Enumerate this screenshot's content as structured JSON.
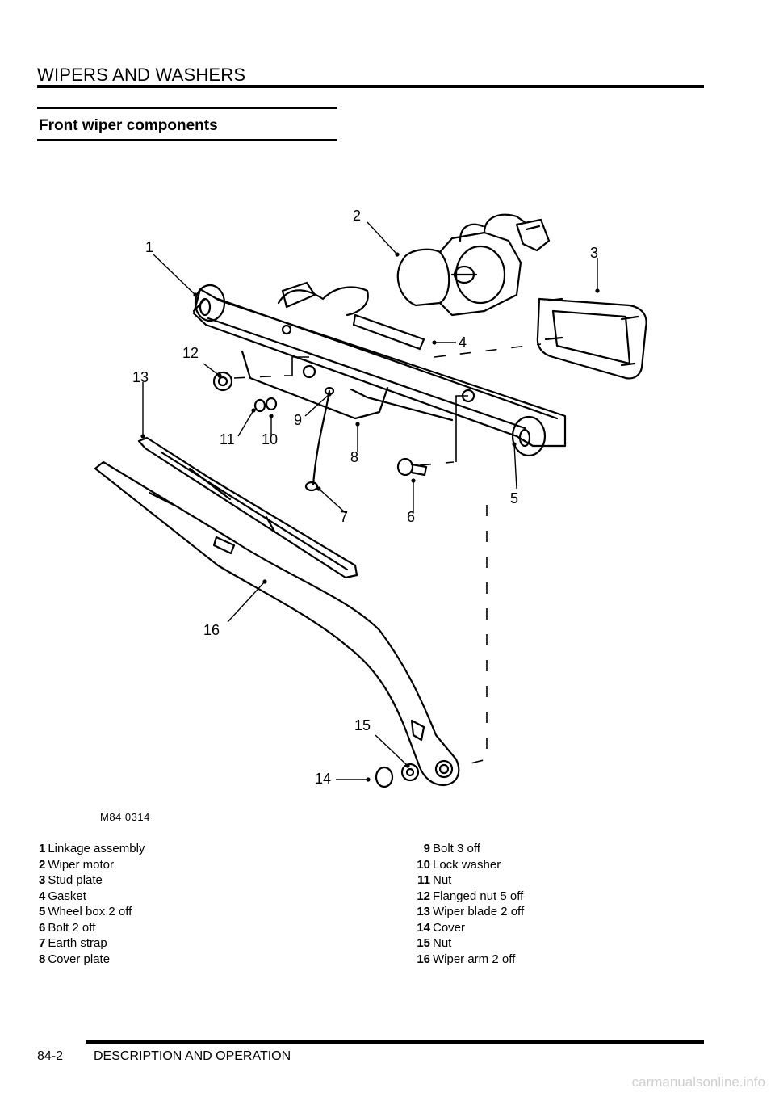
{
  "header": {
    "title": "WIPERS AND WASHERS"
  },
  "section": {
    "title": "Front wiper components"
  },
  "figure": {
    "ref": "M84 0314",
    "callouts": [
      "1",
      "2",
      "3",
      "4",
      "5",
      "6",
      "7",
      "8",
      "9",
      "10",
      "11",
      "12",
      "13",
      "14",
      "15",
      "16"
    ]
  },
  "legend": {
    "left": [
      {
        "num": "1",
        "label": "Linkage assembly"
      },
      {
        "num": "2",
        "label": "Wiper motor"
      },
      {
        "num": "3",
        "label": "Stud plate"
      },
      {
        "num": "4",
        "label": "Gasket"
      },
      {
        "num": "5",
        "label": "Wheel box 2 off"
      },
      {
        "num": "6",
        "label": "Bolt 2 off"
      },
      {
        "num": "7",
        "label": "Earth strap"
      },
      {
        "num": "8",
        "label": "Cover plate"
      }
    ],
    "right": [
      {
        "num": "9",
        "label": "Bolt 3 off"
      },
      {
        "num": "10",
        "label": "Lock washer"
      },
      {
        "num": "11",
        "label": "Nut"
      },
      {
        "num": "12",
        "label": "Flanged nut 5 off"
      },
      {
        "num": "13",
        "label": "Wiper blade 2 off"
      },
      {
        "num": "14",
        "label": "Cover"
      },
      {
        "num": "15",
        "label": "Nut"
      },
      {
        "num": "16",
        "label": "Wiper arm 2 off"
      }
    ]
  },
  "footer": {
    "page": "84-2",
    "section": "DESCRIPTION AND OPERATION"
  },
  "watermark": "carmanualsonline.info"
}
